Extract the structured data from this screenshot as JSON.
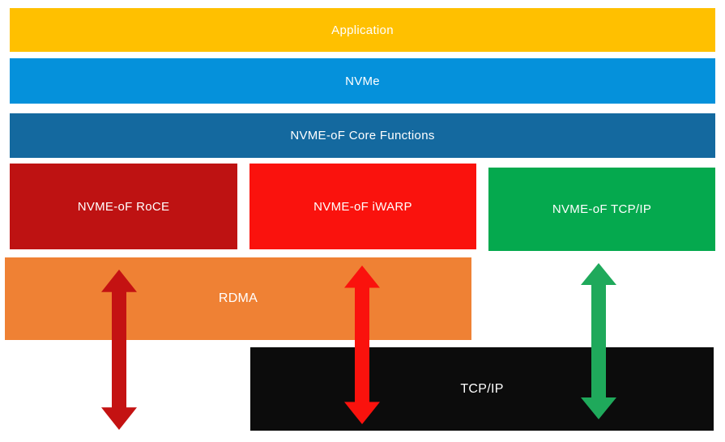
{
  "colors": {
    "application_bg": "#FFC000",
    "nvme_bg": "#0591DB",
    "core_bg": "#14699F",
    "roce_bg": "#BE1212",
    "iwarp_bg": "#FA120D",
    "tcp_bg": "#05A94E",
    "rdma_bg": "#EF8134",
    "tcpip_bg": "#0C0C0C",
    "arrow_roce": "#C41212",
    "arrow_iwarp": "#FA120D",
    "arrow_tcp": "#1FA95B",
    "label_text": "#FFFFFF"
  },
  "layers": {
    "application": {
      "label": "Application"
    },
    "nvme": {
      "label": "NVMe"
    },
    "core_functions": {
      "label": "NVME-oF Core Functions"
    },
    "roce": {
      "label": "NVME-oF RoCE"
    },
    "iwarp": {
      "label": "NVME-oF iWARP"
    },
    "tcp": {
      "label": "NVME-oF TCP/IP"
    },
    "rdma": {
      "label": "RDMA"
    },
    "tcpip": {
      "label": "TCP/IP"
    }
  }
}
